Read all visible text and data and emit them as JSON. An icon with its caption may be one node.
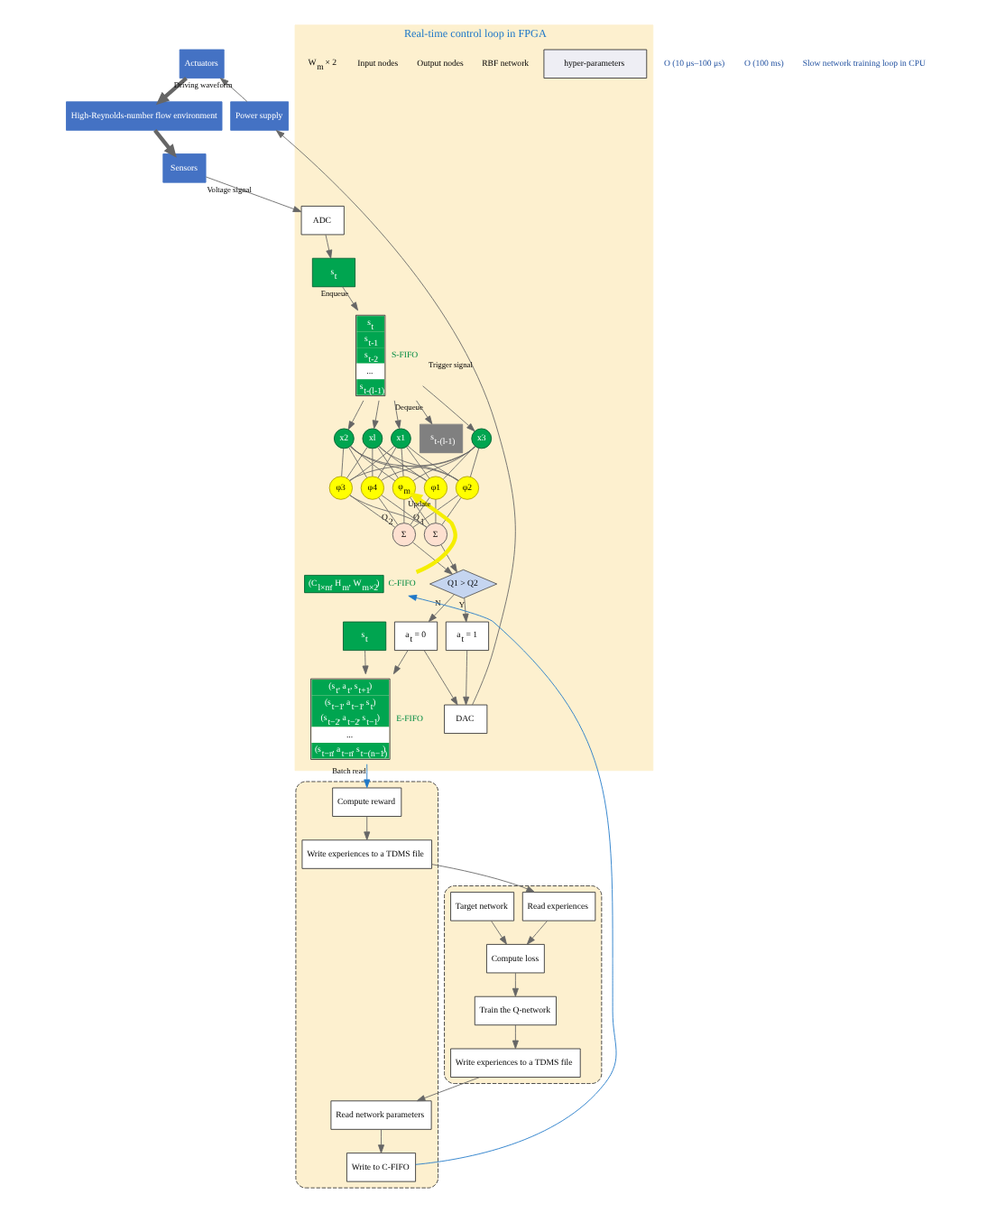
{
  "diagram": {
    "nodes": [
      {
        "text": [
          "Actuators"
        ]
      },
      {
        "text": [
          "High-Reynolds-number flow environment"
        ]
      },
      {
        "text": [
          "Sensors"
        ]
      },
      {
        "text": [
          "Power supply"
        ]
      },
      {
        "text": [
          "Real-time control loop in FPGA"
        ]
      },
      {
        "text": [
          "DAC"
        ],
        "in": 4
      },
      {
        "text": [
          "ADC"
        ],
        "in": 4
      },
      {
        "text": [
          "s$_{t}$"
        ],
        "in": 4
      },
      {
        "text": [
          "s$_{t}$",
          "s$_{t-1}$",
          "s$_{t-2}$",
          "...",
          "s$_{t-(l-1)}$"
        ],
        "beside": [
          "S-FIFO"
        ],
        "in": 4
      },
      {
        "text": [
          "s$_{t-(l-1)}$"
        ],
        "in": 4
      },
      {
        "text": [
          "x1"
        ],
        "in": 4
      },
      {
        "text": [
          "x2"
        ],
        "in": 4
      },
      {
        "text": [
          "x3"
        ],
        "in": 4
      },
      {
        "text": [
          "xl"
        ],
        "in": 4
      },
      {
        "text": [
          "φ1"
        ],
        "in": 4
      },
      {
        "text": [
          "φ2"
        ],
        "in": 4
      },
      {
        "text": [
          "φ3"
        ],
        "in": 4
      },
      {
        "text": [
          "φ4"
        ],
        "in": 4
      },
      {
        "text": [
          "φ$_{m}$"
        ],
        "in": 4
      },
      {
        "text": [
          "Σ"
        ],
        "beside": [
          "Q$_{1}$"
        ],
        "in": 4
      },
      {
        "text": [
          "Σ"
        ],
        "beside": [
          "Q$_{2}$"
        ],
        "in": 4
      },
      {
        "text": [
          "Q1 > Q2"
        ],
        "in": 4
      },
      {
        "text": [
          "a$_{t}$ = 1"
        ],
        "in": 4
      },
      {
        "text": [
          "a$_{t}$ = 0"
        ],
        "in": 4
      },
      {
        "text": [
          "s$_{t}$"
        ],
        "in": 4
      },
      {
        "text": [
          "(s$_{t}$, a$_{t}$, s$_{t+1}$)",
          "(s$_{t−1}$, a$_{t−1}$, s$_{t}$)",
          "(s$_{t−2}$, a$_{t−2}$, s$_{t−1}$)",
          "...",
          "(s$_{t−n}$, a$_{t−n}$, s$_{t−(n−1)}$)"
        ],
        "beside": [
          "E-FIFO"
        ],
        "in": 4
      },
      {
        "text": [
          "(C$_{l×m}$, H$_{m}$, W$_{m×2}$)"
        ],
        "beside": [
          "C-FIFO"
        ],
        "in": 4
      },
      {
        "text": [
          "hyper-parameters"
        ],
        "in": 4
      },
      {
        "text": [],
        "shape": "box"
      },
      {
        "text": [
          "Compute reward"
        ],
        "in": 28
      },
      {
        "text": [
          "Write experiences to a TDMS file"
        ],
        "in": 28
      },
      {
        "text": [
          "Write to C-FIFO"
        ],
        "in": 28
      },
      {
        "text": [
          "Read network parameters"
        ],
        "in": 28
      },
      {
        "text": [],
        "shape": "box"
      },
      {
        "text": [
          "Write experiences to a TDMS file"
        ],
        "in": 33
      },
      {
        "text": [
          "Train the Q-network"
        ],
        "in": 33
      },
      {
        "text": [
          "Read experiences"
        ],
        "in": 33
      },
      {
        "text": [
          "Compute loss"
        ],
        "in": 33
      },
      {
        "text": [
          "Target network"
        ],
        "in": 33
      }
    ],
    "edges": [
      {
        "from": 0,
        "to": 1,
        "arrow": "to",
        "style": "thick"
      },
      {
        "from": 1,
        "to": 2,
        "arrow": "to",
        "style": "thick"
      },
      {
        "from": 3,
        "to": 0,
        "arrow": "to",
        "label": "Driving waveform"
      },
      {
        "from": 5,
        "to": 3,
        "arrow": "to",
        "label": "Trigger signal"
      },
      {
        "from": 2,
        "to": 6,
        "arrow": "to",
        "label": "Voltage signal"
      },
      {
        "from": 6,
        "to": 7,
        "arrow": "to"
      },
      {
        "from": 7,
        "to": 8,
        "arrow": "to",
        "label": "Enqueue"
      },
      {
        "from": 8,
        "to": 9,
        "arrow": "to",
        "label": "Dequeue"
      },
      {
        "from": 8,
        "to": 10,
        "arrow": "to"
      },
      {
        "from": 8,
        "to": 11,
        "arrow": "to"
      },
      {
        "from": 8,
        "to": 12,
        "arrow": "to"
      },
      {
        "from": 8,
        "to": 13,
        "arrow": "to"
      },
      {
        "from": 10,
        "to": 14,
        "arrow": "none"
      },
      {
        "from": 10,
        "to": 15,
        "arrow": "none"
      },
      {
        "from": 10,
        "to": 16,
        "arrow": "none"
      },
      {
        "from": 10,
        "to": 17,
        "arrow": "none"
      },
      {
        "from": 10,
        "to": 18,
        "arrow": "none"
      },
      {
        "from": 11,
        "to": 14,
        "arrow": "none"
      },
      {
        "from": 11,
        "to": 15,
        "arrow": "none"
      },
      {
        "from": 11,
        "to": 16,
        "arrow": "none"
      },
      {
        "from": 11,
        "to": 17,
        "arrow": "none"
      },
      {
        "from": 11,
        "to": 18,
        "arrow": "none"
      },
      {
        "from": 12,
        "to": 14,
        "arrow": "none"
      },
      {
        "from": 12,
        "to": 15,
        "arrow": "none"
      },
      {
        "from": 12,
        "to": 16,
        "arrow": "none"
      },
      {
        "from": 12,
        "to": 17,
        "arrow": "none"
      },
      {
        "from": 12,
        "to": 18,
        "arrow": "none"
      },
      {
        "from": 13,
        "to": 14,
        "arrow": "none"
      },
      {
        "from": 13,
        "to": 15,
        "arrow": "none"
      },
      {
        "from": 13,
        "to": 16,
        "arrow": "none"
      },
      {
        "from": 13,
        "to": 17,
        "arrow": "none"
      },
      {
        "from": 13,
        "to": 18,
        "arrow": "none"
      },
      {
        "from": 14,
        "to": 19,
        "arrow": "none"
      },
      {
        "from": 14,
        "to": 20,
        "arrow": "none"
      },
      {
        "from": 15,
        "to": 19,
        "arrow": "none"
      },
      {
        "from": 15,
        "to": 20,
        "arrow": "none"
      },
      {
        "from": 16,
        "to": 19,
        "arrow": "none"
      },
      {
        "from": 16,
        "to": 20,
        "arrow": "none"
      },
      {
        "from": 17,
        "to": 19,
        "arrow": "none"
      },
      {
        "from": 17,
        "to": 20,
        "arrow": "none"
      },
      {
        "from": 18,
        "to": 19,
        "arrow": "none"
      },
      {
        "from": 18,
        "to": 20,
        "arrow": "none"
      },
      {
        "from": 19,
        "to": 21,
        "arrow": "to"
      },
      {
        "from": 20,
        "to": 21,
        "arrow": "to"
      },
      {
        "from": 21,
        "to": 22,
        "arrow": "to",
        "label": "Y"
      },
      {
        "from": 21,
        "to": 23,
        "arrow": "to",
        "label": "N"
      },
      {
        "from": 22,
        "to": 5,
        "arrow": "to"
      },
      {
        "from": 23,
        "to": 5,
        "arrow": "to"
      },
      {
        "from": 23,
        "to": 25,
        "arrow": "to"
      },
      {
        "from": 24,
        "to": 25,
        "arrow": "to"
      },
      {
        "from": 26,
        "to": 18,
        "arrow": "to",
        "label": "Update",
        "style": "thick",
        "color": "#f5ee00"
      },
      {
        "from": 25,
        "to": 29,
        "arrow": "to",
        "label": "Batch read",
        "color": "#1f78c8"
      },
      {
        "from": 31,
        "to": 26,
        "arrow": "to",
        "color": "#1f78c8"
      },
      {
        "from": 29,
        "to": 30,
        "arrow": "to"
      },
      {
        "from": 32,
        "to": 31,
        "arrow": "to"
      },
      {
        "from": 34,
        "to": 32,
        "arrow": "to"
      },
      {
        "from": 30,
        "to": 36,
        "arrow": "to"
      },
      {
        "from": 36,
        "to": 37,
        "arrow": "to"
      },
      {
        "from": 37,
        "to": 35,
        "arrow": "to"
      },
      {
        "from": 35,
        "to": 34,
        "arrow": "to"
      },
      {
        "from": 38,
        "to": 37,
        "arrow": "to"
      }
    ],
    "labels": [
      "O (10 μs–100 μs)",
      "RBF network",
      "Output nodes",
      "Input nodes",
      "W$_{m}$ × 2",
      "O (100 ms)",
      "Slow network training loop in CPU"
    ]
  }
}
